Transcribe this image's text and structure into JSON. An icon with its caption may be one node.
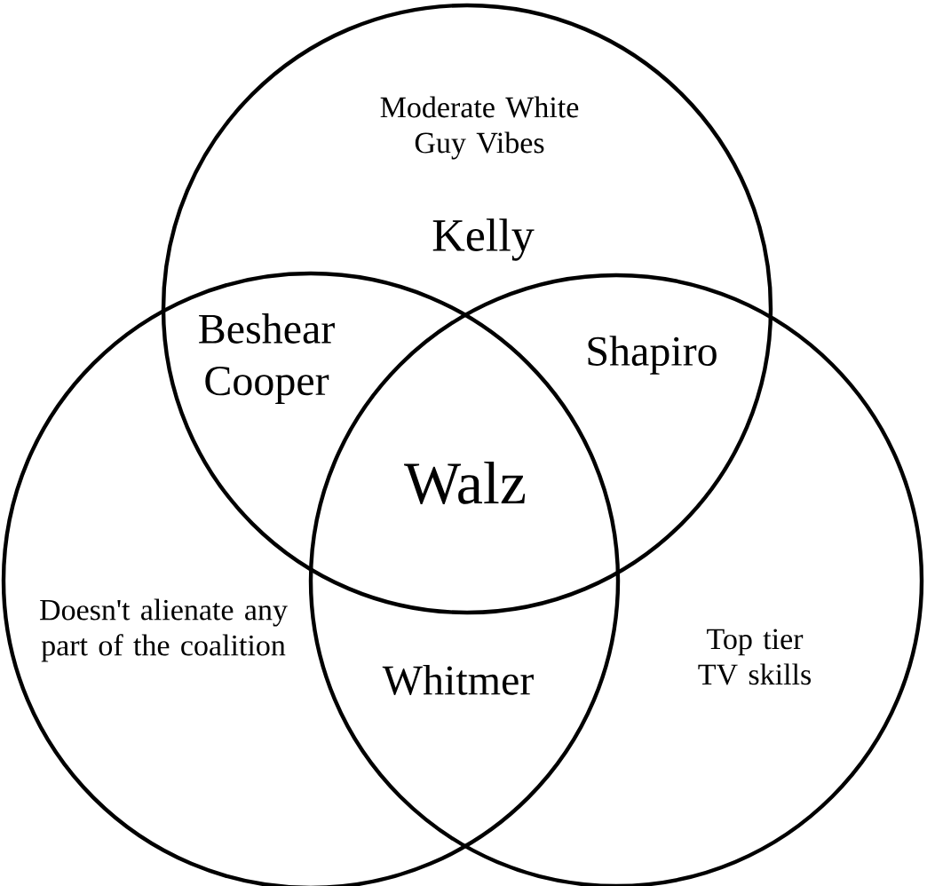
{
  "diagram": {
    "nodes": [
      {
        "text": [
          "Moderate White Guy Vibes"
        ]
      },
      {
        "text": [
          "Doesn't alienate any part of the coalition"
        ]
      },
      {
        "text": [
          "Top tier TV skills"
        ]
      }
    ],
    "labels": [
      "Kelly",
      "Beshear",
      "Cooper",
      "Shapiro",
      "Walz",
      "Whitmer"
    ]
  }
}
